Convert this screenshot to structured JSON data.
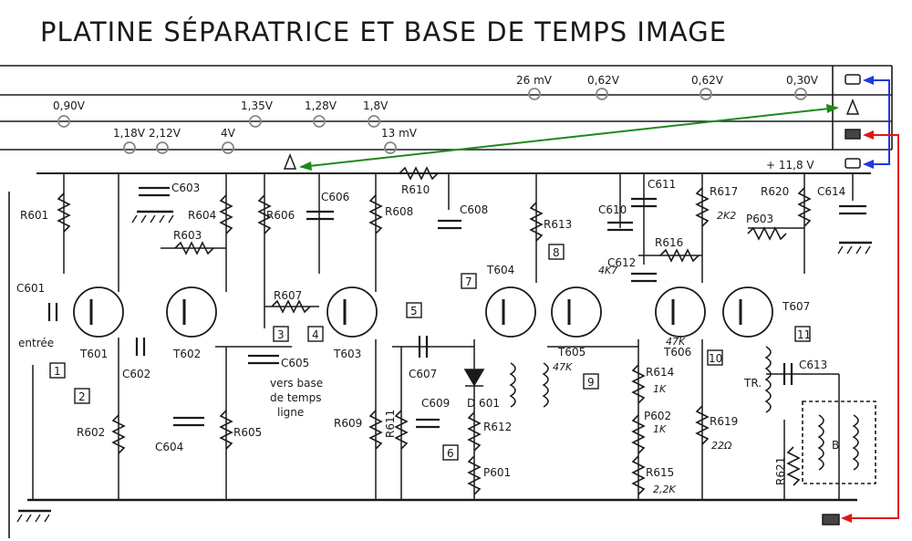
{
  "title": "PLATINE SÉPARATRICE ET BASE DE TEMPS IMAGE",
  "colors": {
    "ink": "#1a1a1a",
    "blue": "#1f3bd8",
    "green": "#1c8a1c",
    "red": "#e01818",
    "pad": "#888888"
  },
  "supply": {
    "label": "+ 11,8 V"
  },
  "rails": {
    "row1": [
      "26 mV",
      "0,62V",
      "0,62V",
      "0,30V"
    ],
    "row2": [
      "0,90V",
      "1,35V",
      "1,28V",
      "1,8V"
    ],
    "row3": [
      "1,18V",
      "2,12V",
      "4V",
      "13 mV"
    ]
  },
  "components": {
    "resistors": [
      "R601",
      "R602",
      "R603",
      "R604",
      "R605",
      "R606",
      "R607",
      "R608",
      "R609",
      "R610",
      "R611",
      "R612",
      "R613",
      "R614",
      "R615",
      "R616",
      "R617",
      "R619",
      "R620",
      "R621"
    ],
    "capacitors": [
      "C601",
      "C602",
      "C603",
      "C604",
      "C605",
      "C606",
      "C607",
      "C608",
      "C609",
      "C610",
      "C611",
      "C612",
      "C613",
      "C614"
    ],
    "transistors": [
      "T601",
      "T602",
      "T603",
      "T604",
      "T605",
      "T606",
      "T607"
    ],
    "pots": [
      "P601",
      "P602",
      "P603"
    ],
    "diode": "D 601",
    "transformer": "TR.",
    "coil_b": "B"
  },
  "testpoints": [
    "1",
    "2",
    "3",
    "4",
    "5",
    "6",
    "7",
    "8",
    "9",
    "10",
    "11"
  ],
  "notes": {
    "entree": "entrée",
    "vers1": "vers base",
    "vers2": "de temps",
    "vers3": "ligne"
  },
  "handwritten": [
    "2K2",
    "47K",
    "1K",
    "1K",
    "2,2K",
    "22Ω",
    "47K",
    "4K7"
  ]
}
